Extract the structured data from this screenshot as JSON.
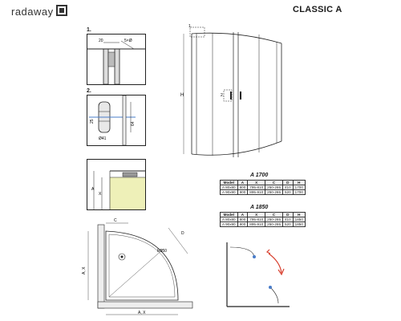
{
  "header": {
    "logo_text": "radaway",
    "title": "CLASSIC A"
  },
  "steps": {
    "step1": {
      "number": "1.",
      "dim_top": "20",
      "dim_angle": "5×Ø"
    },
    "step2": {
      "number": "2.",
      "dim_side": "25",
      "dim_height": "64",
      "dim_diameter": "Ø41"
    },
    "step3": {
      "dim_a": "A",
      "dim_x": "X"
    }
  },
  "main_drawing": {
    "callout_1": "1.",
    "callout_2": "2.",
    "dim_h": "H"
  },
  "tables": [
    {
      "title": "A 1700",
      "headers": [
        "Model",
        "A",
        "X",
        "C",
        "D",
        "H"
      ],
      "rows": [
        [
          "A 80x80",
          "800",
          "795-810",
          "250-265",
          "410",
          "1700"
        ],
        [
          "A 90x90",
          "900",
          "895-910",
          "250-265",
          "520",
          "1700"
        ]
      ]
    },
    {
      "title": "A 1850",
      "headers": [
        "Model",
        "A",
        "X",
        "C",
        "D",
        "H"
      ],
      "rows": [
        [
          "A 80x80",
          "800",
          "795-810",
          "250-265",
          "410",
          "1850"
        ],
        [
          "A 90x90",
          "900",
          "895-910",
          "250-265",
          "520",
          "1850"
        ]
      ]
    }
  ],
  "plan": {
    "label_c": "C",
    "label_d": "D",
    "label_r": "R550",
    "label_a_x_v": "A, X",
    "label_a_x_h": "A, X"
  },
  "colors": {
    "line": "#222222",
    "highlight_yellow": "#eef0b8",
    "highlight_blue": "#4a7dc9",
    "arrow_red": "#d8402f"
  }
}
